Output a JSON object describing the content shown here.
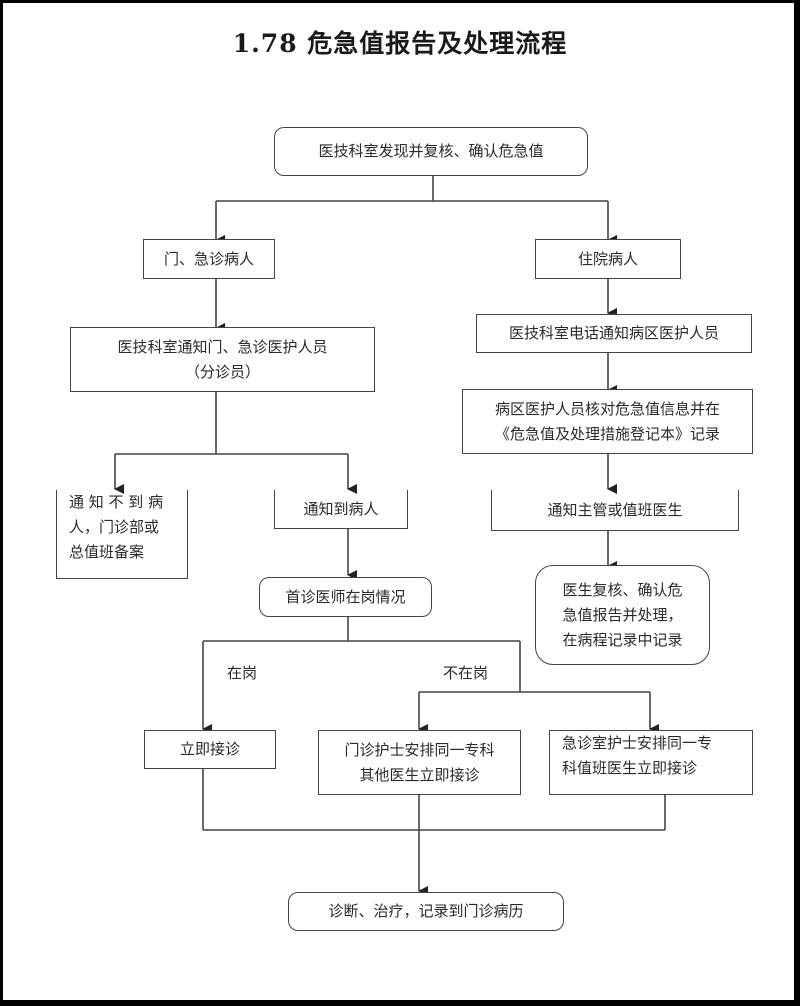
{
  "title": "1.78 危急值报告及处理流程",
  "nodes": {
    "start": "医技科室发现并复核、确认危急值",
    "outpatient": "门、急诊病人",
    "inpatient": "住院病人",
    "notify_outpatient_staff": [
      "医技科室通知门、急诊医护人员",
      "（分诊员）"
    ],
    "notify_ward_staff": "医技科室电话通知病区医护人员",
    "ward_check": [
      "病区医护人员核对危急值信息并在",
      "《危急值及处理措施登记本》记录"
    ],
    "cannot_notify": [
      "通 知 不 到 病",
      "人，门诊部或",
      "总值班备案"
    ],
    "notified_patient": "通知到病人",
    "notify_doctor": "通知主管或值班医生",
    "doctor_confirm": [
      "医生复核、确认危",
      "急值报告并处理，",
      "在病程记录中记录"
    ],
    "first_doctor_status": "首诊医师在岗情况",
    "immediate": "立即接诊",
    "outpatient_nurse": [
      "门诊护士安排同一专科",
      "其他医生立即接诊"
    ],
    "emergency_nurse": [
      "急诊室护士安排同一专",
      "科值班医生立即接诊"
    ],
    "end": "诊断、治疗，记录到门诊病历"
  },
  "edge_labels": {
    "on_duty": "在岗",
    "off_duty": "不在岗"
  }
}
